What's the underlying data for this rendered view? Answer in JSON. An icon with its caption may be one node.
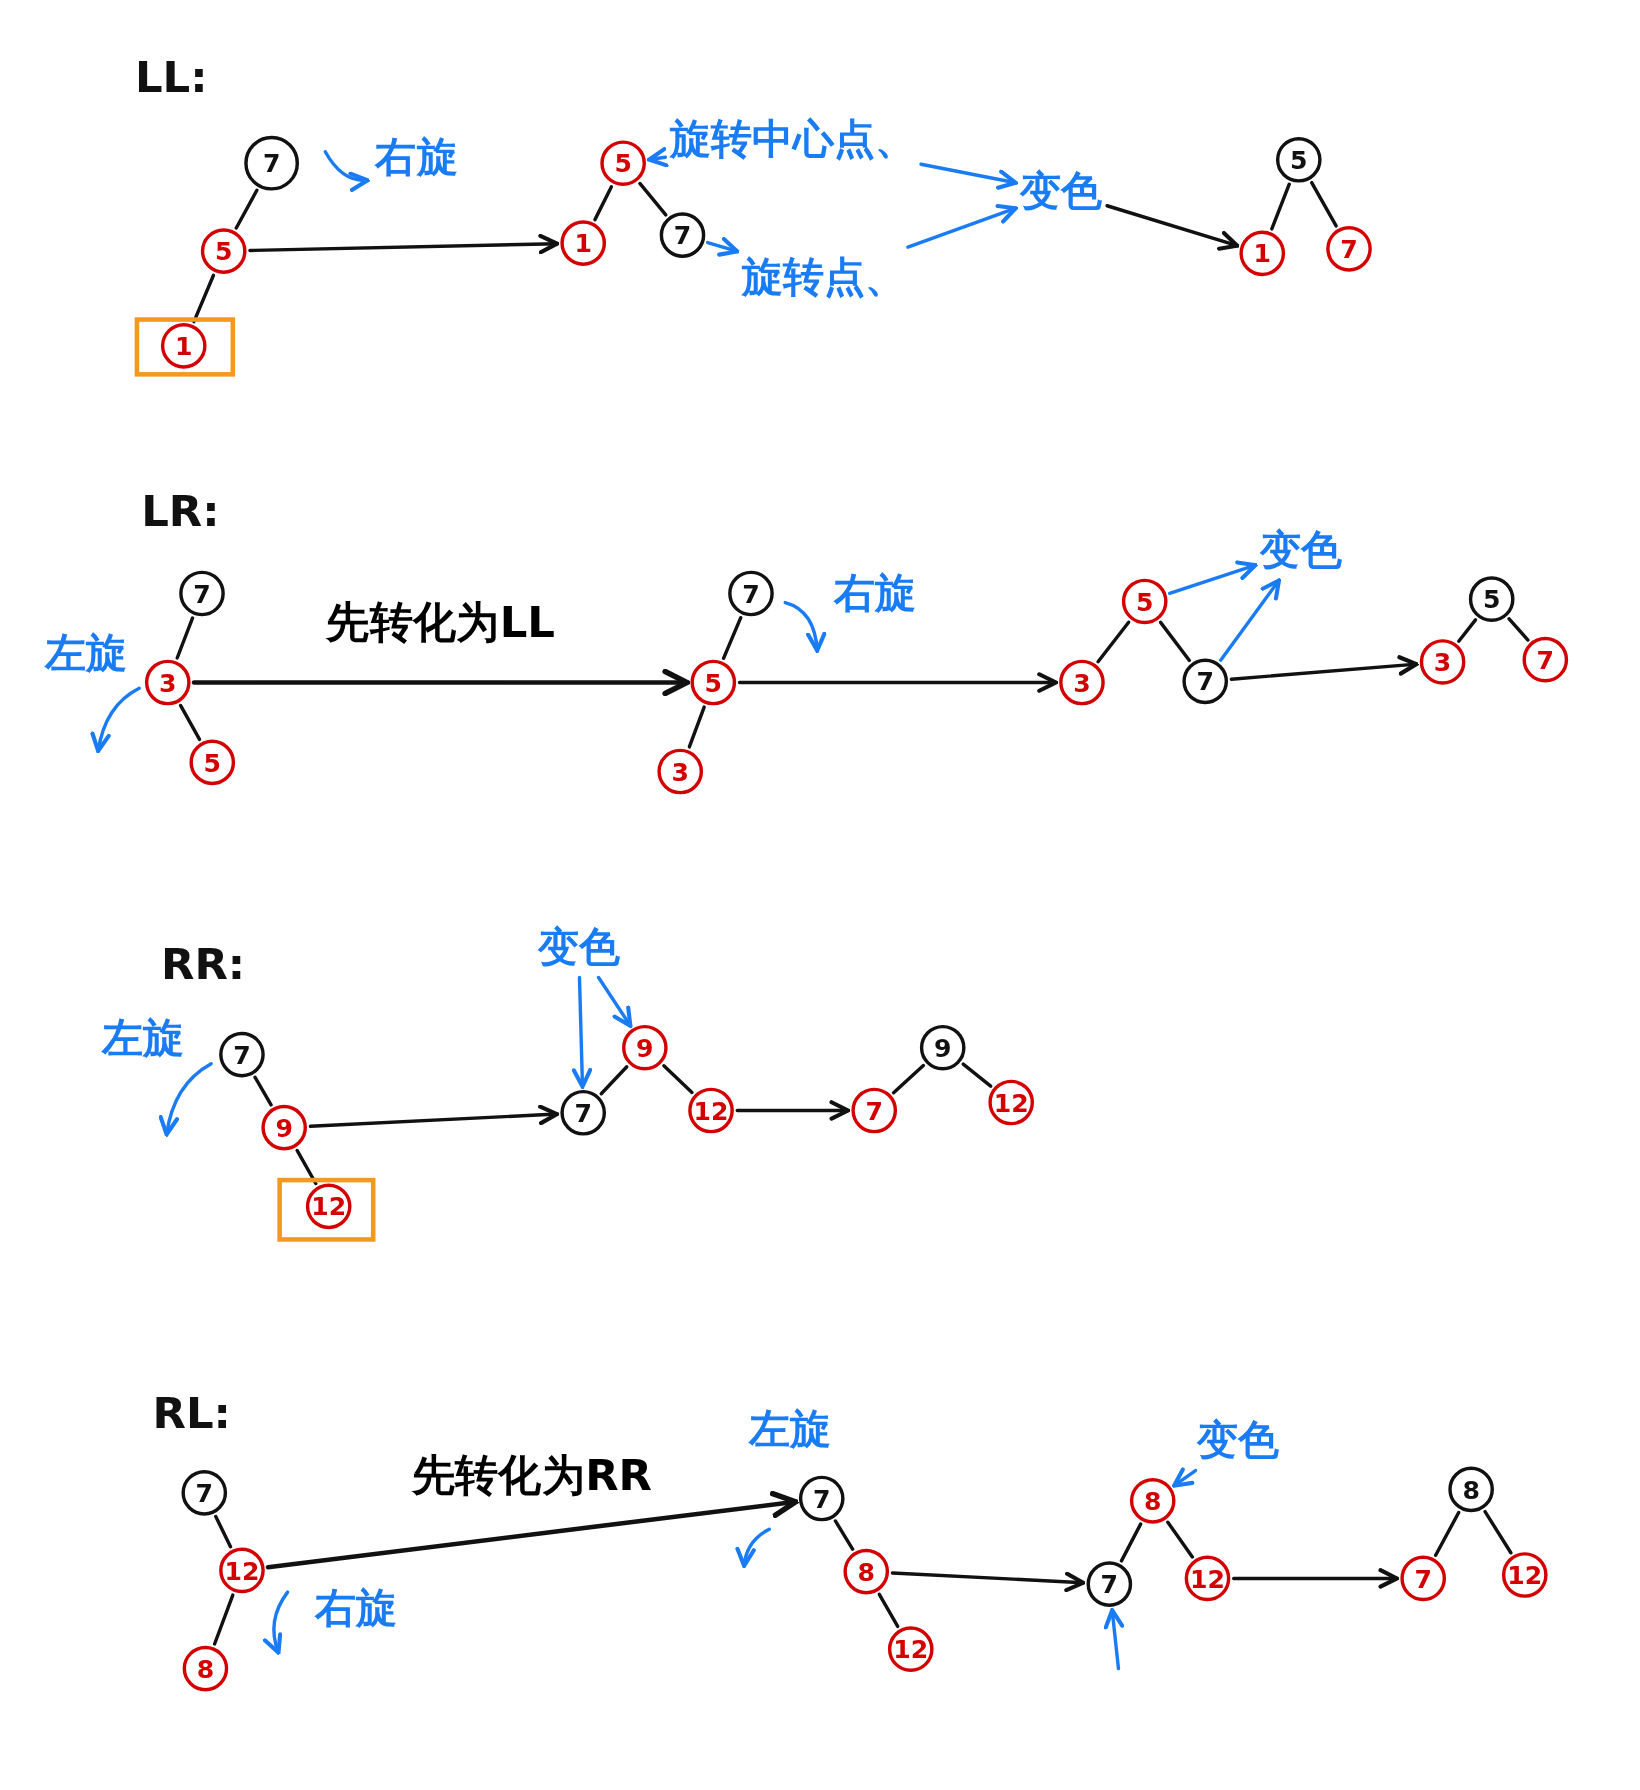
{
  "diagram": {
    "nodes": [
      {
        "text": [
          "7"
        ]
      },
      {
        "text": [
          "5"
        ]
      },
      {
        "text": [
          "1"
        ]
      },
      {
        "text": [
          "5"
        ]
      },
      {
        "text": [
          "1"
        ]
      },
      {
        "text": [
          "7"
        ]
      },
      {
        "text": [
          "旋转中心点、"
        ]
      },
      {
        "text": [
          "旋转点、"
        ]
      },
      {
        "text": [
          "变色"
        ]
      },
      {
        "text": [
          "5"
        ]
      },
      {
        "text": [
          "1"
        ]
      },
      {
        "text": [
          "7"
        ]
      },
      {
        "text": [
          "7"
        ]
      },
      {
        "text": [
          "3"
        ]
      },
      {
        "text": [
          "5"
        ]
      },
      {
        "text": [
          "7"
        ]
      },
      {
        "text": [
          "5"
        ]
      },
      {
        "text": [
          "3"
        ]
      },
      {
        "text": [
          "5"
        ]
      },
      {
        "text": [
          "3"
        ]
      },
      {
        "text": [
          "7"
        ]
      },
      {
        "text": [
          "变色"
        ]
      },
      {
        "text": [
          "5"
        ]
      },
      {
        "text": [
          "3"
        ]
      },
      {
        "text": [
          "7"
        ]
      },
      {
        "text": [
          "7"
        ]
      },
      {
        "text": [
          "9"
        ]
      },
      {
        "text": [
          "12"
        ]
      },
      {
        "text": [
          "变色"
        ]
      },
      {
        "text": [
          "9"
        ]
      },
      {
        "text": [
          "7"
        ]
      },
      {
        "text": [
          "12"
        ]
      },
      {
        "text": [
          "9"
        ]
      },
      {
        "text": [
          "7"
        ]
      },
      {
        "text": [
          "12"
        ]
      },
      {
        "text": [
          "7"
        ]
      },
      {
        "text": [
          "12"
        ]
      },
      {
        "text": [
          "8"
        ]
      },
      {
        "text": [
          "7"
        ]
      },
      {
        "text": [
          "8"
        ]
      },
      {
        "text": [
          "12"
        ]
      },
      {
        "text": [
          "8"
        ]
      },
      {
        "text": [
          "7"
        ]
      },
      {
        "text": [
          "12"
        ]
      },
      {
        "text": [
          "变色"
        ]
      },
      {
        "text": [
          "8"
        ]
      },
      {
        "text": [
          "7"
        ]
      },
      {
        "text": [
          "12"
        ]
      }
    ],
    "edges": [
      {
        "from": 0,
        "to": 1,
        "arrow": "none"
      },
      {
        "from": 1,
        "to": 2,
        "arrow": "none"
      },
      {
        "from": 1,
        "to": 4,
        "arrow": "to"
      },
      {
        "from": 3,
        "to": 4,
        "arrow": "none"
      },
      {
        "from": 3,
        "to": 5,
        "arrow": "none"
      },
      {
        "from": 6,
        "to": 3,
        "arrow": "to",
        "color": "#1a7cf5"
      },
      {
        "from": 5,
        "to": 7,
        "arrow": "to",
        "color": "#1a7cf5"
      },
      {
        "from": 6,
        "to": 8,
        "arrow": "to",
        "color": "#1a7cf5"
      },
      {
        "from": 7,
        "to": 8,
        "arrow": "to",
        "color": "#1a7cf5"
      },
      {
        "from": 8,
        "to": 10,
        "arrow": "to"
      },
      {
        "from": 9,
        "to": 10,
        "arrow": "none"
      },
      {
        "from": 9,
        "to": 11,
        "arrow": "none"
      },
      {
        "from": 12,
        "to": 13,
        "arrow": "none"
      },
      {
        "from": 13,
        "to": 14,
        "arrow": "none"
      },
      {
        "from": 13,
        "to": 16,
        "arrow": "to",
        "label": "先转化为LL"
      },
      {
        "from": 15,
        "to": 16,
        "arrow": "none"
      },
      {
        "from": 16,
        "to": 17,
        "arrow": "none"
      },
      {
        "from": 16,
        "to": 19,
        "arrow": "to"
      },
      {
        "from": 18,
        "to": 19,
        "arrow": "none"
      },
      {
        "from": 18,
        "to": 20,
        "arrow": "none"
      },
      {
        "from": 18,
        "to": 21,
        "arrow": "to",
        "color": "#1a7cf5"
      },
      {
        "from": 20,
        "to": 21,
        "arrow": "to",
        "color": "#1a7cf5"
      },
      {
        "from": 20,
        "to": 23,
        "arrow": "to"
      },
      {
        "from": 22,
        "to": 23,
        "arrow": "none"
      },
      {
        "from": 22,
        "to": 24,
        "arrow": "none"
      },
      {
        "from": 25,
        "to": 26,
        "arrow": "none"
      },
      {
        "from": 26,
        "to": 27,
        "arrow": "none"
      },
      {
        "from": 26,
        "to": 30,
        "arrow": "to"
      },
      {
        "from": 28,
        "to": 29,
        "arrow": "to",
        "color": "#1a7cf5"
      },
      {
        "from": 28,
        "to": 30,
        "arrow": "to",
        "color": "#1a7cf5"
      },
      {
        "from": 29,
        "to": 30,
        "arrow": "none"
      },
      {
        "from": 29,
        "to": 31,
        "arrow": "none"
      },
      {
        "from": 31,
        "to": 33,
        "arrow": "to"
      },
      {
        "from": 32,
        "to": 33,
        "arrow": "none"
      },
      {
        "from": 32,
        "to": 34,
        "arrow": "none"
      },
      {
        "from": 35,
        "to": 36,
        "arrow": "none"
      },
      {
        "from": 36,
        "to": 37,
        "arrow": "none"
      },
      {
        "from": 36,
        "to": 38,
        "arrow": "to",
        "label": "先转化为RR"
      },
      {
        "from": 38,
        "to": 39,
        "arrow": "none"
      },
      {
        "from": 39,
        "to": 40,
        "arrow": "none"
      },
      {
        "from": 39,
        "to": 42,
        "arrow": "to"
      },
      {
        "from": 41,
        "to": 42,
        "arrow": "none"
      },
      {
        "from": 41,
        "to": 43,
        "arrow": "none"
      },
      {
        "from": 44,
        "to": 41,
        "arrow": "to",
        "color": "#1a7cf5"
      },
      {
        "from": null,
        "to": 42,
        "arrow": "to",
        "color": "#1a7cf5"
      },
      {
        "from": 43,
        "to": 46,
        "arrow": "to"
      },
      {
        "from": 45,
        "to": 46,
        "arrow": "none"
      },
      {
        "from": 45,
        "to": 47,
        "arrow": "none"
      }
    ],
    "labels": [
      "LL:",
      "右旋",
      "LR:",
      "右旋",
      "左旋",
      "RR:",
      "左旋",
      "RL:",
      "左旋",
      "右旋"
    ]
  }
}
